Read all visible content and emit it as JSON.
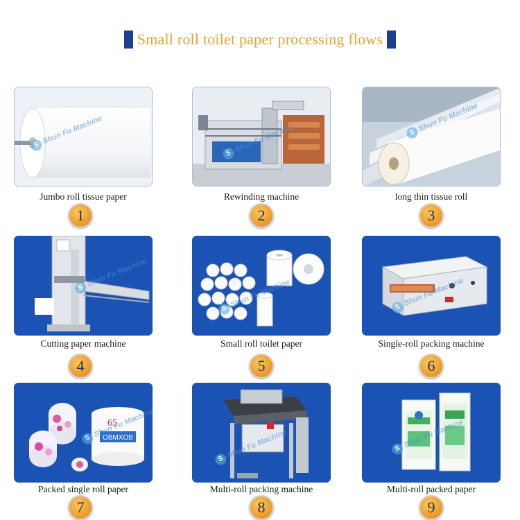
{
  "title": "Small roll toilet paper processing flows",
  "watermark": "Shun Fu Machine",
  "colors": {
    "title": "#e7a232",
    "accent_bar": "#1e3f8f",
    "dark_panel": "#1a53b4",
    "badge": "#efa230"
  },
  "steps": [
    {
      "number": "1",
      "caption": "Jumbo roll tissue paper"
    },
    {
      "number": "2",
      "caption": "Rewinding machine"
    },
    {
      "number": "3",
      "caption": "long thin tissue roll"
    },
    {
      "number": "4",
      "caption": "Cutting paper machine"
    },
    {
      "number": "5",
      "caption": "Small roll toilet paper"
    },
    {
      "number": "6",
      "caption": "Single-roll packing machine"
    },
    {
      "number": "7",
      "caption": "Packed single roll paper"
    },
    {
      "number": "8",
      "caption": "Multi-roll packing machine"
    },
    {
      "number": "9",
      "caption": "Multi-roll packed paper"
    }
  ]
}
